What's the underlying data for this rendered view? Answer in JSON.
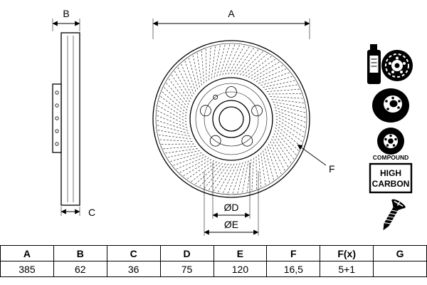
{
  "drawing": {
    "labels": {
      "a": "A",
      "b": "B",
      "c": "C",
      "d": "ØD",
      "e": "ØE",
      "f": "F"
    },
    "badges": {
      "compound": "COMPOUND",
      "high_carbon_top": "HIGH",
      "high_carbon_bottom": "CARBON"
    }
  },
  "table": {
    "headers": [
      "A",
      "B",
      "C",
      "D",
      "E",
      "F",
      "F(x)",
      "G"
    ],
    "values": [
      "385",
      "62",
      "36",
      "75",
      "120",
      "16,5",
      "5+1",
      ""
    ]
  },
  "colors": {
    "line": "#000000",
    "background": "#ffffff"
  }
}
